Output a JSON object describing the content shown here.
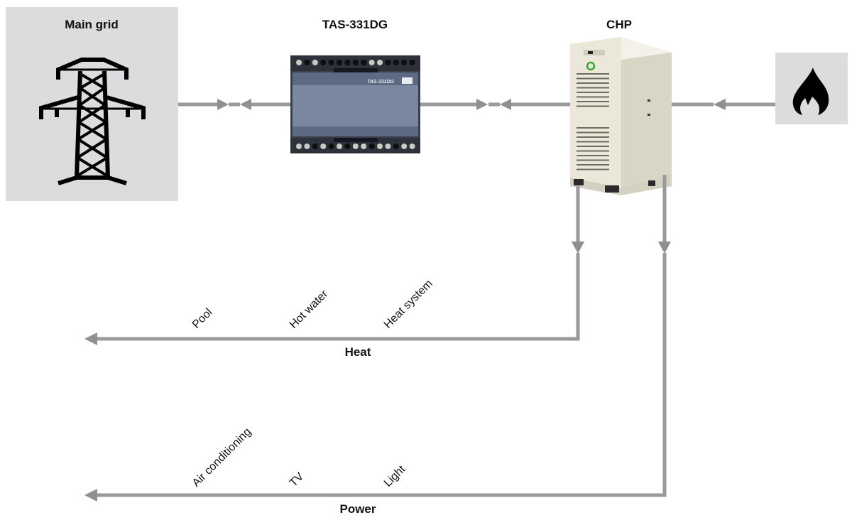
{
  "diagram": {
    "title": "CHP energy flow with TAS-331DG transducer",
    "colors": {
      "pipe": "#9a9a9e",
      "arrow": "#8f8f94",
      "panel": "#dcdcde",
      "device_body": "#3e4452",
      "device_face": "#7b8aa3",
      "chp_body": "#ece9dc",
      "chp_logo": "#3aa33a",
      "text": "#111111"
    },
    "nodes": {
      "main_grid": {
        "label": "Main grid",
        "icon": "power-tower-icon"
      },
      "transducer": {
        "label": "TAS-331DG",
        "device_text": "TAS-331DG",
        "icon": "transducer-device"
      },
      "chp": {
        "label": "CHP",
        "icon": "chp-unit"
      },
      "fuel": {
        "label": "",
        "icon": "flame-icon"
      }
    },
    "flows": {
      "heat": {
        "label": "Heat",
        "consumers": [
          "Pool",
          "Hot water",
          "Heat system"
        ]
      },
      "power": {
        "label": "Power",
        "consumers": [
          "Air conditioning",
          "TV",
          "Light"
        ]
      }
    },
    "connections": [
      {
        "from": "fuel",
        "to": "chp",
        "type": "one-way"
      },
      {
        "from": "chp",
        "to": "transducer",
        "type": "bidirectional"
      },
      {
        "from": "transducer",
        "to": "main_grid",
        "type": "bidirectional"
      },
      {
        "from": "chp",
        "to": "heat",
        "type": "one-way"
      },
      {
        "from": "chp",
        "to": "power",
        "type": "one-way"
      }
    ]
  }
}
